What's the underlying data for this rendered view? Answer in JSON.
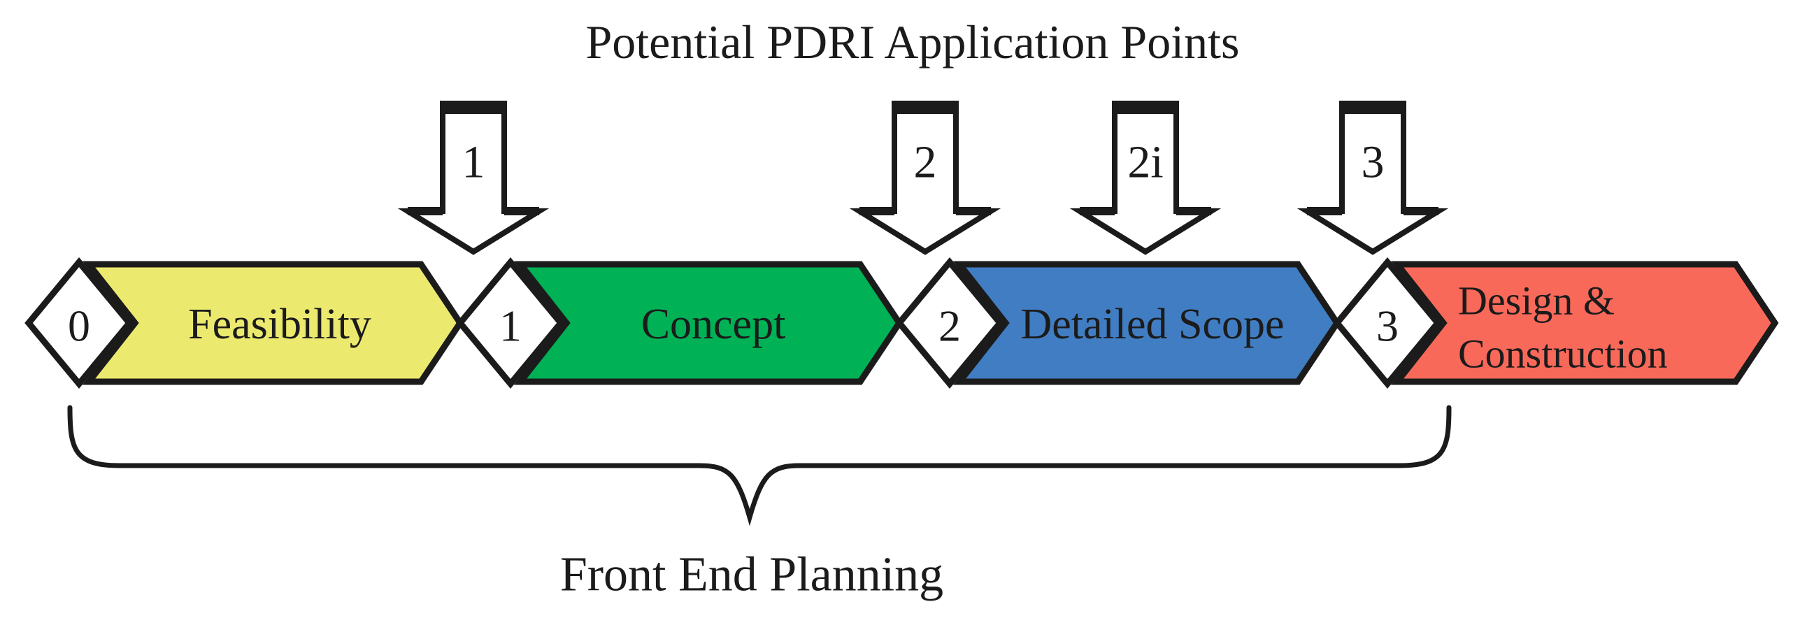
{
  "title": "Potential PDRI Application Points",
  "application_points": [
    {
      "label": "1"
    },
    {
      "label": "2"
    },
    {
      "label": "2i"
    },
    {
      "label": "3"
    }
  ],
  "gates": [
    {
      "label": "0"
    },
    {
      "label": "1"
    },
    {
      "label": "2"
    },
    {
      "label": "3"
    }
  ],
  "phases": [
    {
      "label": "Feasibility",
      "color": "#ece96f"
    },
    {
      "label": "Concept",
      "color": "#00b155"
    },
    {
      "label": "Detailed Scope",
      "color": "#417dc2"
    },
    {
      "label": "Design & Construction",
      "label_lines": [
        "Design &",
        "Construction"
      ],
      "color": "#f9695a"
    }
  ],
  "brace_label": "Front End Planning",
  "colors": {
    "outline": "#1b1b1b",
    "text": "#1b1b1b",
    "arrow_fill": "#ffffff",
    "background": "#ffffff"
  }
}
